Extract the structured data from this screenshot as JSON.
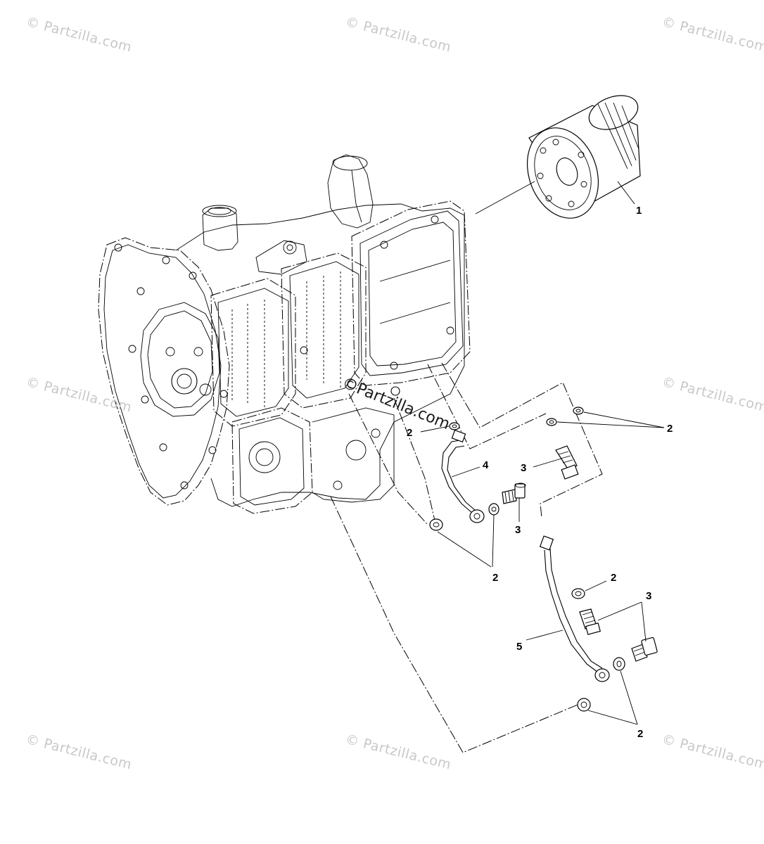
{
  "watermark": {
    "text": "© Partzilla.com",
    "center_text": "©Partzilla.com"
  },
  "callouts": {
    "c1": "1",
    "c2a": "2",
    "c2b": "2",
    "c2c": "2",
    "c2d": "2",
    "c2e": "2",
    "c3a": "3",
    "c3b": "3",
    "c3c": "3",
    "c4": "4",
    "c5": "5"
  }
}
